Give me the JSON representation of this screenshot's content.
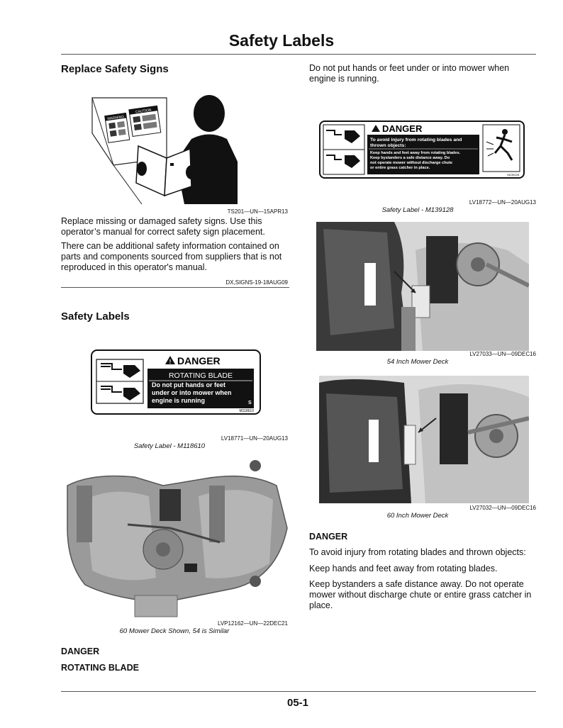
{
  "page": {
    "title": "Safety Labels",
    "page_number": "05-1"
  },
  "left": {
    "section1_heading": "Replace Safety Signs",
    "fig1_caption": "TS201—UN—15APR13",
    "fig1_labels": {
      "warning": "WARNING",
      "caution": "CAUTION"
    },
    "para1": "Replace missing or damaged safety signs. Use this operator’s manual for correct safety sign placement.",
    "para2": "There can be additional safety information contained on parts and components sourced from suppliers that is not reproduced in this operator's manual.",
    "ref1": "DX,SIGNS-19-18AUG09",
    "section2_heading": "Safety Labels",
    "label1": {
      "header": "DANGER",
      "sub": "ROTATING BLADE",
      "line1": "Do not put hands or feet",
      "line2": "under or into mower when",
      "line3": "engine is running",
      "mark": "S",
      "code": "M118610"
    },
    "fig2_caption": "LV18771—UN—20AUG13",
    "fig2_title": "Safety Label - M118610",
    "fig3_caption": "LVP12162—UN—22DEC21",
    "fig3_title": "60 Mower Deck Shown, 54 is Similar",
    "danger_h1": "DANGER",
    "danger_h2": "ROTATING BLADE"
  },
  "right": {
    "intro": "Do not put hands or feet under or into mower when engine is running.",
    "label2": {
      "header": "DANGER",
      "line1": "To avoid injury from rotating blades and",
      "line2": "thrown objects:",
      "line3": "Keep hands and feet away from rotating blades.",
      "line4": "Keep bystanders a safe distance away. Do",
      "line5": "not operate mower without discharge chute",
      "line6": "or entire grass catcher in place.",
      "code": "M139128"
    },
    "fig4_caption": "LV18772—UN—20AUG13",
    "fig4_title": "Safety Label - M139128",
    "fig5_caption": "LV27033—UN—09DEC16",
    "fig5_title": "54 Inch Mower Deck",
    "fig6_caption": "LV27032—UN—09DEC16",
    "fig6_title": "60 Inch Mower Deck",
    "danger_heading": "DANGER",
    "danger_p1": "To avoid injury from rotating blades and thrown objects:",
    "danger_p2": "Keep hands and feet away from rotating blades.",
    "danger_p3": "Keep bystanders a safe distance away. Do not operate mower without discharge chute or entire grass catcher in place."
  }
}
